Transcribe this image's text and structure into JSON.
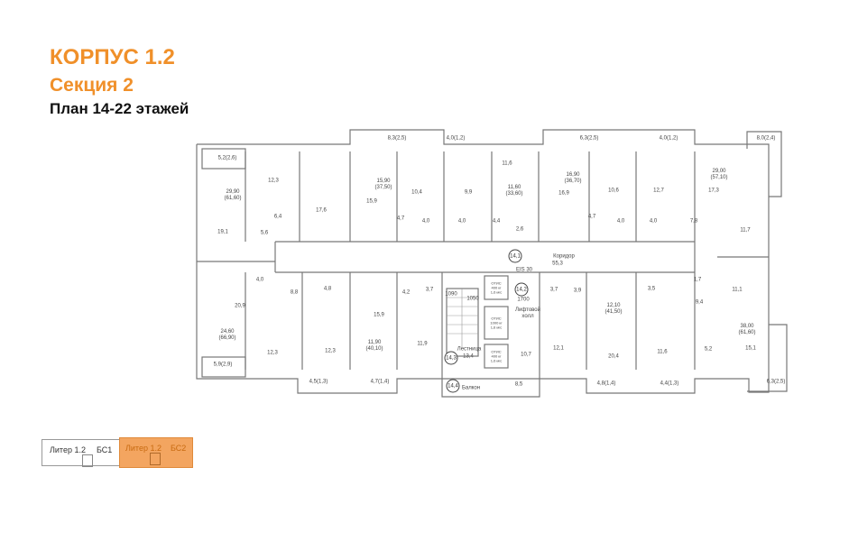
{
  "header": {
    "building": "КОРПУС 1.2",
    "section": "Секция 2",
    "plan": "План 14-22 этажей"
  },
  "colors": {
    "accent": "#f0902a",
    "highlight": "#f3a560",
    "walls": "#777777"
  },
  "legend": {
    "items": [
      {
        "liter": "Литер 1.2",
        "section": "БС1",
        "active": false
      },
      {
        "liter": "Литер 1.2",
        "section": "БС2",
        "active": true
      }
    ]
  },
  "plan": {
    "labels": [
      "5,2(2,6)",
      "29,90\n(61,60)",
      "12,3",
      "17,6",
      "19,1",
      "6,4",
      "5,6",
      "8,3(2,5)",
      "15,90\n(37,50)",
      "15,9",
      "10,4",
      "4,7",
      "4,0",
      "4,0",
      "4,0(1,2)",
      "9,9",
      "11,6",
      "11,60\n(33,60)",
      "4,4",
      "2,6",
      "6,3(2,5)",
      "16,90\n(36,70)",
      "16,9",
      "10,6",
      "4,7",
      "4,0",
      "4,0",
      "4,0(1,2)",
      "12,7",
      "29,00\n(57,10)",
      "17,3",
      "7,8",
      "11,7",
      "8,0(2,4)",
      "Коридор",
      "55,3",
      "4,0",
      "8,8",
      "4,8",
      "20,9",
      "24,60\n(66,90)",
      "12,3",
      "12,3",
      "5,9(2,9)",
      "4,5(1,3)",
      "4,7(1,4)",
      "15,9",
      "11,90\n(40,10)",
      "4,2",
      "3,7",
      "11,9",
      "1090",
      "1050",
      "Лестница",
      "13,4",
      "Балкон",
      "8,5",
      "EIS 30",
      "1700",
      "Лифтовой\nхолл",
      "10,7",
      "3,7",
      "3,9",
      "12,10\n(41,50)",
      "12,1",
      "20,4",
      "3,5",
      "11,6",
      "4,8(1,4)",
      "4,4(1,3)",
      "1,7",
      "11,1",
      "9,4",
      "5,2",
      "38,00\n(61,60)",
      "15,1",
      "6,3(2,5)"
    ],
    "markers": [
      "14,1",
      "14,2",
      "14,3",
      "14,4"
    ],
    "lifts": [
      "OTИС\n400 кг\n1,6 м/с",
      "OTИС\n1000 кг\n1,6 м/с",
      "OTИС\n400 кг\n1,6 м/с"
    ]
  }
}
